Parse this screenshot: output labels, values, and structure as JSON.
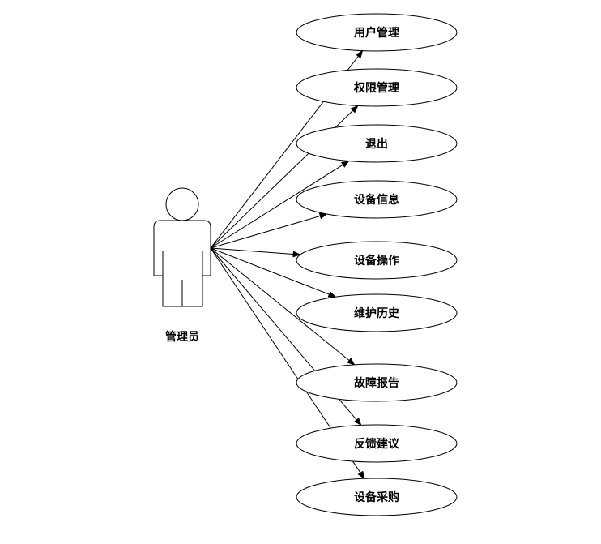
{
  "actor": {
    "label": "管理员"
  },
  "use_cases": [
    {
      "label": "用户管理"
    },
    {
      "label": "权限管理"
    },
    {
      "label": "退出"
    },
    {
      "label": "设备信息"
    },
    {
      "label": "设备操作"
    },
    {
      "label": "维护历史"
    },
    {
      "label": "故障报告"
    },
    {
      "label": "反馈建议"
    },
    {
      "label": "设备采购"
    }
  ]
}
